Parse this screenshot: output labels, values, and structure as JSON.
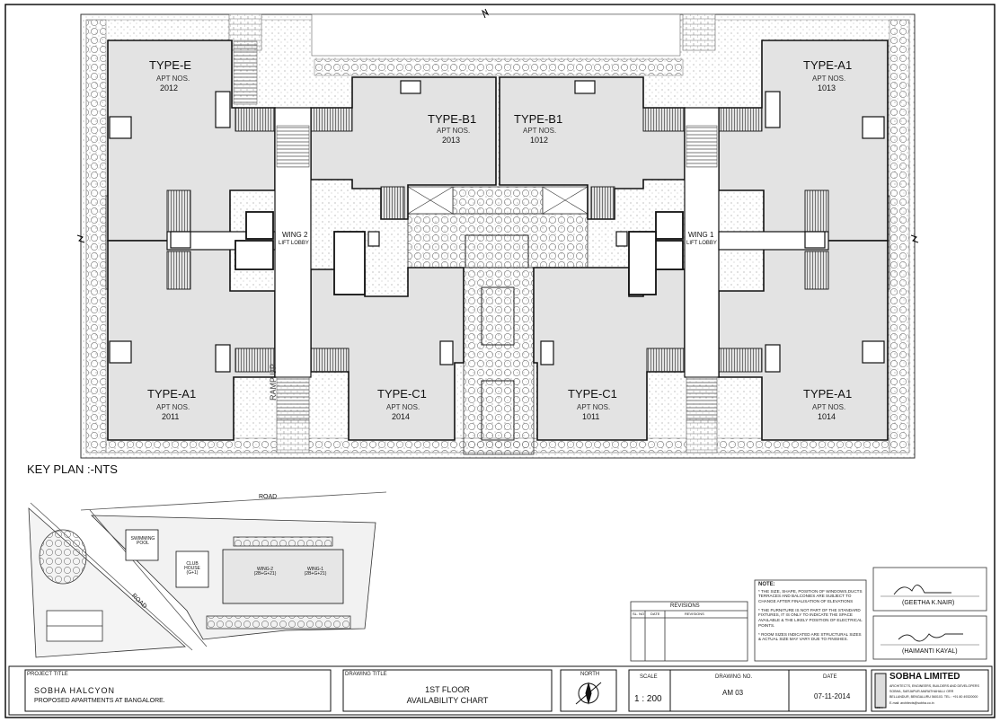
{
  "units": [
    {
      "type": "TYPE-E",
      "apt_label": "APT NOS.",
      "apt": "2012"
    },
    {
      "type": "TYPE-B1",
      "apt_label": "APT NOS.",
      "apt": "2013"
    },
    {
      "type": "TYPE-B1",
      "apt_label": "APT NOS.",
      "apt": "1012"
    },
    {
      "type": "TYPE-A1",
      "apt_label": "APT NOS.",
      "apt": "1013"
    },
    {
      "type": "TYPE-A1",
      "apt_label": "APT NOS.",
      "apt": "2011"
    },
    {
      "type": "TYPE-C1",
      "apt_label": "APT NOS.",
      "apt": "2014"
    },
    {
      "type": "TYPE-C1",
      "apt_label": "APT NOS.",
      "apt": "1011"
    },
    {
      "type": "TYPE-A1",
      "apt_label": "APT NOS.",
      "apt": "1014"
    }
  ],
  "lobbies": [
    {
      "wing": "WING 2",
      "label": "LIFT LOBBY"
    },
    {
      "wing": "WING 1",
      "label": "LIFT LOBBY"
    }
  ],
  "ramp": "RAMP UP",
  "key_plan": {
    "title": "KEY PLAN :-NTS",
    "road_top": "ROAD",
    "road_side": "ROAD",
    "pool": "SWIMMING POOL",
    "club": "CLUB HOUSE (G+1)",
    "wing2": "WING-2 (2B+G+21)",
    "wing1": "WING-1 (2B+G+21)"
  },
  "notes": {
    "heading": "NOTE:",
    "items": [
      "* THE SIZE, SHAPE, POSITION OF WINDOWS,DUCTS TERRACES AND BALCONIES ARE SUBJECT TO CHANGE AFTER FINALISATION OF ELEVATIONS",
      "* THE FURNITURE IS NOT PART OF THE STANDARD FIXTURES, IT IS ONLY TO INDICATE THE SPACE AVAILABLE & THE LIKELY POSITION OF ELECTRICAL POINTS.",
      "* ROOM SIZES INDICATED ARE STRUCTURAL SIZES & ACTUAL SIZE MAY VARY DUE TO FINISHES."
    ]
  },
  "revisions": {
    "title": "REVISIONS",
    "cols": [
      "SL. NO",
      "DATE",
      "REVISIONS"
    ]
  },
  "signatures": [
    {
      "name": "(GEETHA K.NAIR)"
    },
    {
      "name": "(HAIMANTI KAYAL)"
    }
  ],
  "title_block": {
    "project_title_label": "PROJECT TITLE",
    "project_name": "SOBHA HALCYON",
    "project_desc": "PROPOSED APARTMENTS AT BANGALORE.",
    "drawing_title_label": "DRAWING TITLE",
    "drawing_title_1": "1ST FLOOR",
    "drawing_title_2": "AVAILABILITY CHART",
    "north_label": "NORTH",
    "scale_label": "SCALE",
    "scale": "1 : 200",
    "drawing_no_label": "DRAWING NO.",
    "drawing_no": "AM 03",
    "date_label": "DATE",
    "date": "07-11-2014",
    "company": "SOBHA LIMITED",
    "company_desc": "ARCHITECTS, ENGINEERS, BUILDERS AND DEVELOPERS",
    "company_addr1": "SOBHA, SARJAPUR-MARATHAHALLI ORR",
    "company_addr2": "BELLANDUR, BENGALURU 560103. TEL : +91 80 49320000",
    "company_email": "E-mail: architects@sobha.co.in",
    "logo_text": "SOBHA"
  }
}
